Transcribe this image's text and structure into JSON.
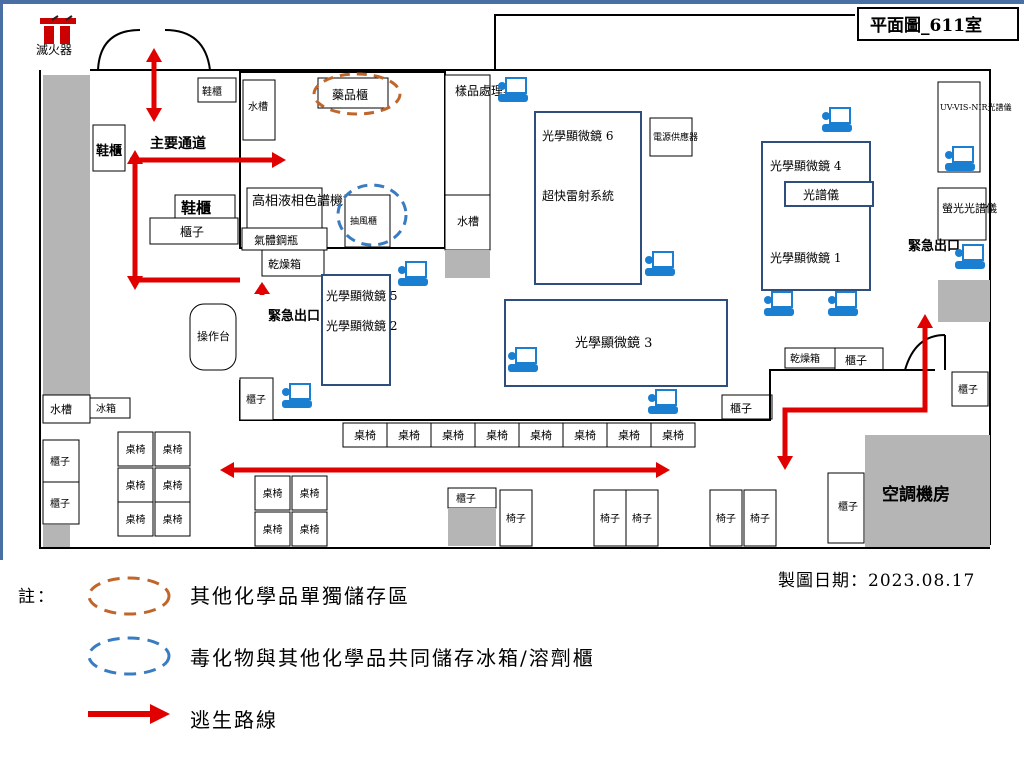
{
  "title": "平面圖_611室",
  "extinguisher_label": "滅火器",
  "rooms": {
    "shoe_cabinet_small": "鞋櫃",
    "shoe_cabinet_left": "鞋櫃",
    "shoe_cabinet_mid": "鞋櫃",
    "main_passage": "主要通道",
    "drug_cabinet": "藥品櫃",
    "water_tank_top": "水槽",
    "sample_table": "樣品處理桌",
    "water_tank_right": "水槽",
    "cabinet_small": "櫃子",
    "hplc": "高相液相色譜機",
    "gas_cylinder": "氣體鋼瓶",
    "fume_cabinet": "抽風櫃",
    "oven_left": "乾燥箱",
    "emergency_exit_left": "緊急出口",
    "bench_cell": "操作台",
    "microscope_5": "光學顯微鏡 5",
    "microscope_2": "光學顯微鏡 2",
    "microscope_6": "光學顯微鏡 6",
    "ultrafast_laser": "超快雷射系統",
    "power_supply": "電源供應器",
    "microscope_4": "光學顯微鏡 4",
    "spectrometer": "光譜儀",
    "microscope_1": "光學顯微鏡 1",
    "microscope_3": "光學顯微鏡 3",
    "uv_vis": "UV-VIS-NIR光譜儀",
    "fluorescence": "螢光光譜儀",
    "emergency_exit_right": "緊急出口",
    "oven_right": "乾燥箱",
    "cabinet_right1": "櫃子",
    "cabinet_right2": "櫃子",
    "cabinet_mid": "櫃子",
    "water_tank_left": "水槽",
    "fridge": "冰箱",
    "cabinet_left1": "櫃子",
    "cabinet_left2": "櫃子",
    "cabinet_left3": "櫃子",
    "cabinet_bottom": "櫃子",
    "ac_room": "空調機房",
    "cabinet_ac": "櫃子",
    "desk_chair": "桌椅",
    "chair": "椅子"
  },
  "legend": {
    "note_label": "註：",
    "date": "製圖日期：2023.08.17",
    "items": [
      {
        "text": "其他化學品單獨儲存區",
        "color": "#c0662a"
      },
      {
        "text": "毒化物與其他化學品共同儲存冰箱/溶劑櫃",
        "color": "#3a7cc1"
      },
      {
        "text": "逃生路線",
        "color": "#e00000"
      }
    ]
  },
  "colors": {
    "wall": "#000000",
    "blue_box": "#2e4f7e",
    "gray": "#b5b5b5",
    "route": "#e00000",
    "pc": "#1a7fd1"
  }
}
